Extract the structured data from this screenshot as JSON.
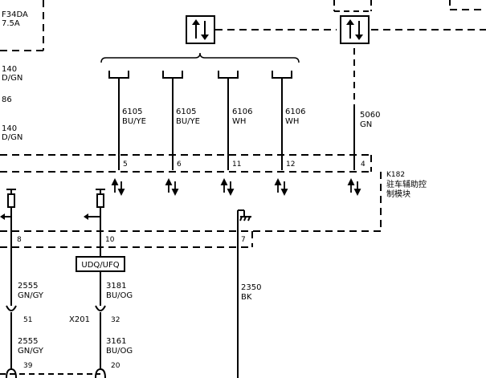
{
  "fuse": {
    "name": "F34DA",
    "rating": "7.5A"
  },
  "left_wires": [
    {
      "circuit": "140",
      "color": "D/GN"
    },
    {
      "circuit": "86"
    },
    {
      "circuit": "140",
      "color": "D/GN"
    }
  ],
  "top_wires": [
    {
      "circuit": "6105",
      "color": "BU/YE",
      "pin": "5"
    },
    {
      "circuit": "6105",
      "color": "BU/YE",
      "pin": "6"
    },
    {
      "circuit": "6106",
      "color": "WH",
      "pin": "11"
    },
    {
      "circuit": "6106",
      "color": "WH",
      "pin": "12"
    },
    {
      "circuit": "5060",
      "color": "GN",
      "pin": "4"
    }
  ],
  "module": {
    "ref": "K182",
    "name_lines": [
      "驻车辅助控",
      "制模块"
    ]
  },
  "lower_pins": [
    "8",
    "10",
    "7"
  ],
  "option_label": "UDQ/UFQ",
  "lower_left_wires": [
    {
      "circuit": "2555",
      "color": "GN/GY"
    },
    {
      "circuit": "3181",
      "color": "BU/OG"
    }
  ],
  "ground_wire": {
    "circuit": "2350",
    "color": "BK"
  },
  "connector": {
    "ref": "X201",
    "pins": [
      "51",
      "32"
    ]
  },
  "bottom_wires": [
    {
      "circuit": "2555",
      "color": "GN/GY",
      "pin": "39"
    },
    {
      "circuit": "3161",
      "color": "BU/OG",
      "pin": "20"
    }
  ]
}
